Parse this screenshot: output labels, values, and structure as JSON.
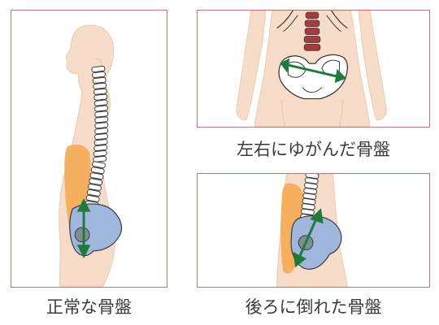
{
  "captions": {
    "normal": "正常な骨盤",
    "tilted": "左右にゆがんだ骨盤",
    "backward": "後ろに倒れた骨盤"
  },
  "colors": {
    "skin": "#f7ddc9",
    "skin_outline": "#ecc9b0",
    "frame": "#b47a73",
    "spine_red": "#a63a3e",
    "pelvis_blue": "#9fb6dd",
    "muscle_orange": "#f3ab52",
    "arrow_green": "#1f7a3c",
    "text": "#3b3b3b"
  }
}
